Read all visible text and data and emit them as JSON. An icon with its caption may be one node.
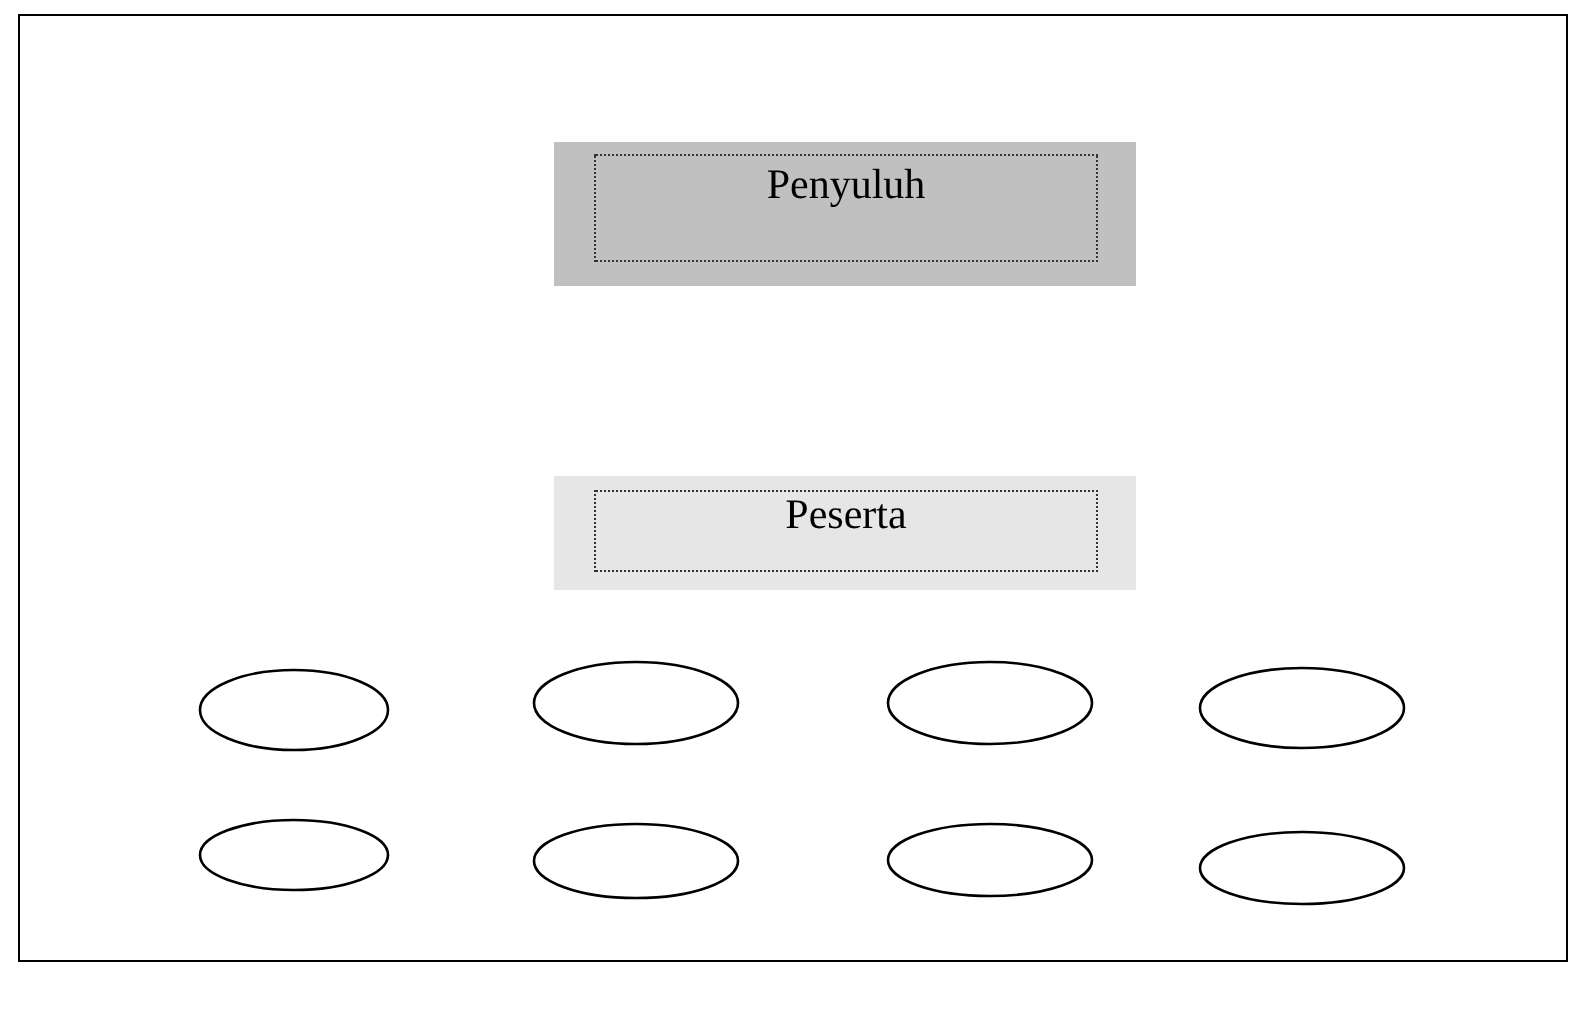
{
  "diagram": {
    "nodes": [
      {
        "text": [],
        "shape": "box"
      },
      {
        "text": [
          "Penyuluh"
        ],
        "in": 0
      },
      {
        "text": [
          "Peserta"
        ],
        "in": 0
      },
      {
        "text": [],
        "shape": "ellipse",
        "in": 0
      },
      {
        "text": [],
        "shape": "ellipse",
        "in": 0
      },
      {
        "text": [],
        "shape": "ellipse",
        "in": 0
      },
      {
        "text": [],
        "shape": "ellipse",
        "in": 0
      },
      {
        "text": [],
        "shape": "ellipse",
        "in": 0
      },
      {
        "text": [],
        "shape": "ellipse",
        "in": 0
      },
      {
        "text": [],
        "shape": "ellipse",
        "in": 0
      },
      {
        "text": [],
        "shape": "ellipse",
        "in": 0
      }
    ]
  }
}
